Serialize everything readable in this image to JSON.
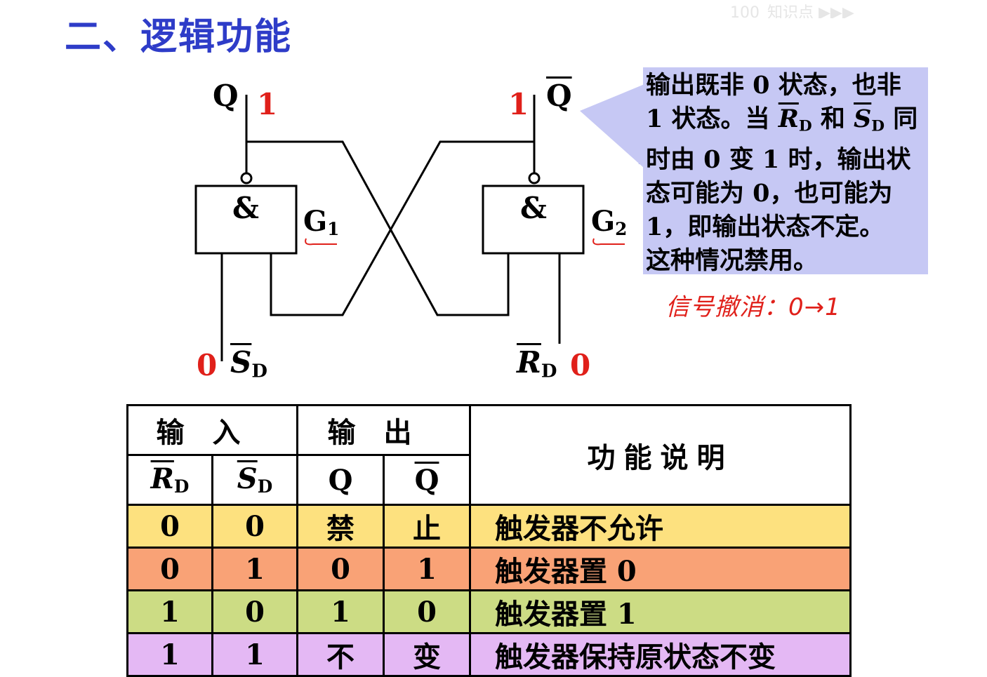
{
  "title": "二、逻辑功能",
  "watermark": "100_知识点 ▶▶▶",
  "circuit": {
    "gate_symbol": "&",
    "g1_label": "G",
    "g1_sub": "1",
    "g2_label": "G",
    "g2_sub": "2",
    "q_label": "Q",
    "q_value": "1",
    "qbar_label": "Q",
    "qbar_value": "1",
    "sd_label": "S",
    "sd_sub": "D",
    "sd_value": "0",
    "rd_label": "R",
    "rd_sub": "D",
    "rd_value": "0"
  },
  "note": {
    "line1": "输出既非 0 状态，也非",
    "line2a": "1 状态。当 ",
    "line2_r": "R",
    "line2_d1": "D",
    "line2_he": " 和 ",
    "line2_s": "S",
    "line2_d2": "D",
    "line2_tong": " 同",
    "line3": "时由 0 变 1 时，输出状",
    "line4": "态可能为 0，也可能为",
    "line5": "1，即输出状态不定。",
    "line6": "这种情况禁用。"
  },
  "handwritten": "信号撤消：0→1",
  "table": {
    "header_input": "输入",
    "header_output": "输出",
    "header_func": "功能说明",
    "col_rd": "R",
    "col_rd_sub": "D",
    "col_sd": "S",
    "col_sd_sub": "D",
    "col_q": "Q",
    "col_qbar": "Q",
    "rows": [
      {
        "rd": "0",
        "sd": "0",
        "q": "禁",
        "qbar": "止",
        "func": "触发器不允许",
        "color": "#fde17f"
      },
      {
        "rd": "0",
        "sd": "1",
        "q": "0",
        "qbar": "1",
        "func": "触发器置 0",
        "color": "#f9a276"
      },
      {
        "rd": "1",
        "sd": "0",
        "q": "1",
        "qbar": "0",
        "func": "触发器置 1",
        "color": "#ccdc84"
      },
      {
        "rd": "1",
        "sd": "1",
        "q": "不",
        "qbar": "变",
        "func": "触发器保持原状态不变",
        "color": "#e4b8f4"
      }
    ]
  }
}
